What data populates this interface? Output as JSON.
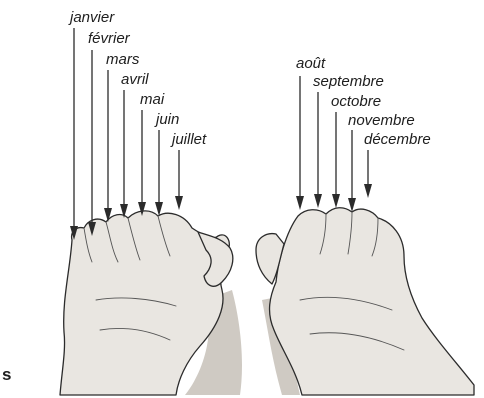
{
  "diagram": {
    "left_hand_months": [
      "janvier",
      "février",
      "mars",
      "avril",
      "mai",
      "juin",
      "juillet"
    ],
    "right_hand_months": [
      "août",
      "septembre",
      "octobre",
      "novembre",
      "décembre"
    ],
    "corner_label": "s"
  }
}
